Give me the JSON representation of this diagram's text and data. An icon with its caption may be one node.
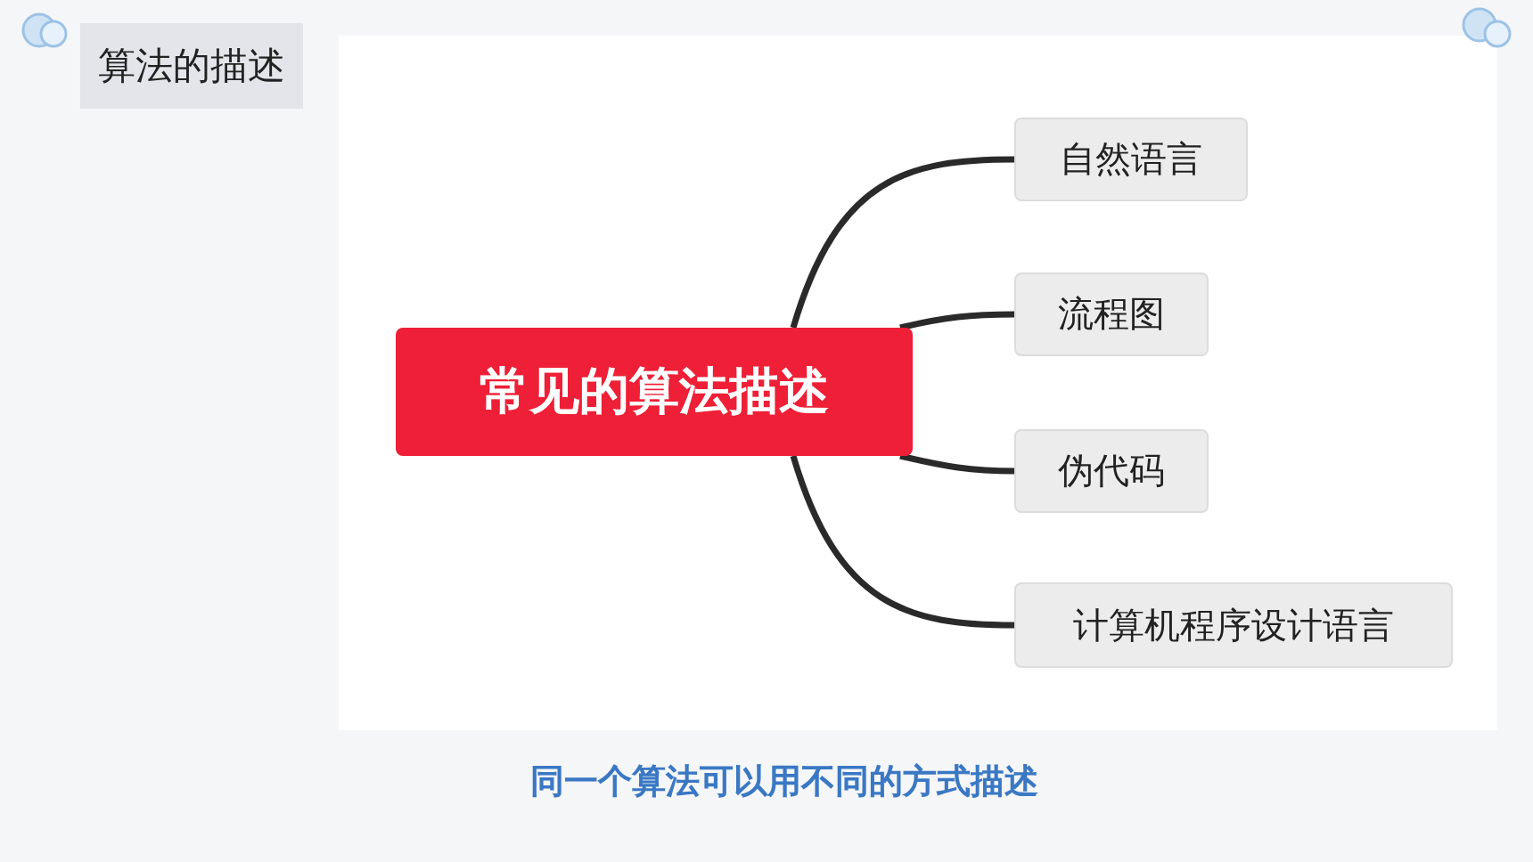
{
  "diagram": {
    "title": "算法的描述",
    "nodes": [
      {
        "text": [
          "常见的算法描述"
        ]
      },
      {
        "text": [
          "自然语言"
        ]
      },
      {
        "text": [
          "流程图"
        ]
      },
      {
        "text": [
          "伪代码"
        ]
      },
      {
        "text": [
          "计算机程序设计语言"
        ]
      }
    ],
    "edges": [
      {
        "from": 0,
        "to": 1,
        "arrow": "none"
      },
      {
        "from": 0,
        "to": 2,
        "arrow": "none"
      },
      {
        "from": 0,
        "to": 3,
        "arrow": "none"
      },
      {
        "from": 0,
        "to": 4,
        "arrow": "none"
      }
    ],
    "caption": "同一个算法可以用不同的方式描述"
  }
}
